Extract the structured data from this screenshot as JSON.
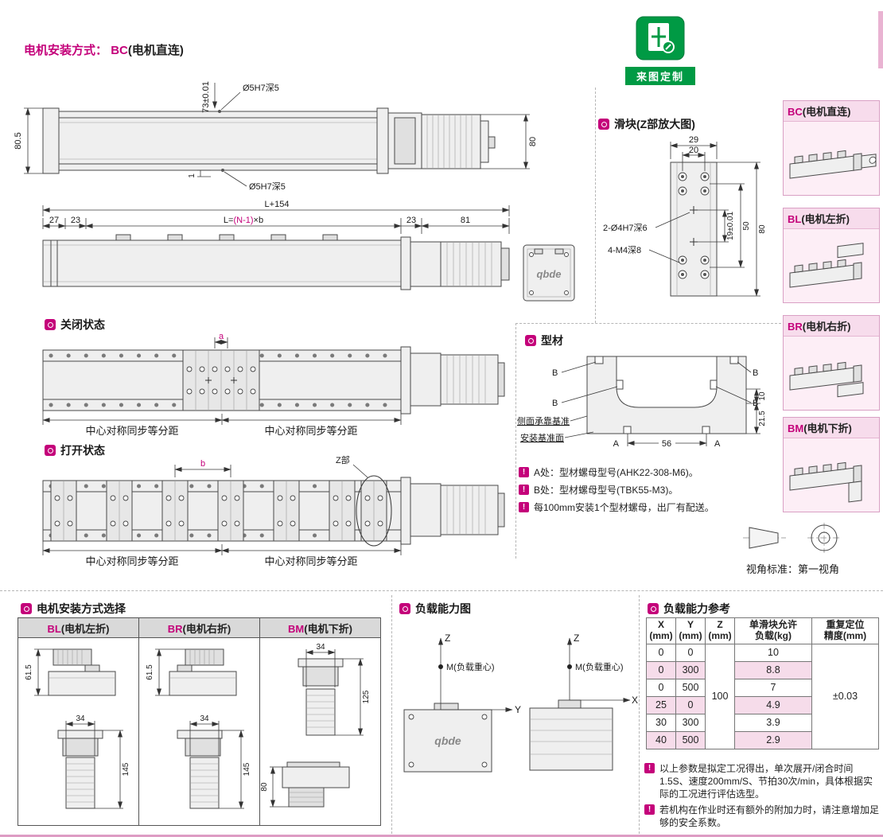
{
  "colors": {
    "accent": "#c4007a",
    "green": "#009a44",
    "pink_light": "#f9e4ef",
    "table_pink": "#f6dcea"
  },
  "header": {
    "label": "电机安装方式：",
    "code": "BC",
    "desc": "(电机直连)"
  },
  "badge": {
    "label": "来图定制"
  },
  "side_view": {
    "dim_height_left": "80.5",
    "dim_hole_pos": "73±0.01",
    "callout_hole_top": "Ø5H7深5",
    "callout_hole_bottom": "Ø5H7深5",
    "dim_offset": "1",
    "dim_height_right": "80"
  },
  "top_view": {
    "dim_total": "L+154",
    "dim_left_end": "27",
    "dim_pitch_left": "23",
    "formula_pre": "L=",
    "formula_var": "(N-1)",
    "formula_post": "×b",
    "dim_pitch_right": "23",
    "dim_right_end": "81",
    "logo": "qbde"
  },
  "closed_state": {
    "title": "关闭状态",
    "dim_a": "a",
    "spacing_label": "中心对称同步等分距"
  },
  "open_state": {
    "title": "打开状态",
    "dim_b": "b",
    "z_label": "Z部",
    "spacing_label": "中心对称同步等分距"
  },
  "slider": {
    "title": "滑块(Z部放大图)",
    "dim_width_outer": "29",
    "dim_width_inner": "20",
    "callout_top": "2-Ø4H7深6",
    "callout_bottom": "4-M4深8",
    "dim_pin": "19±0.01",
    "dim_span": "50",
    "dim_height": "80"
  },
  "motor_panels": [
    {
      "code": "BC",
      "desc": "(电机直连)"
    },
    {
      "code": "BL",
      "desc": "(电机左折)"
    },
    {
      "code": "BR",
      "desc": "(电机右折)"
    },
    {
      "code": "BM",
      "desc": "(电机下折)"
    }
  ],
  "profile": {
    "title": "型材",
    "label_b": "B",
    "label_a": "A",
    "dim_10": "10",
    "dim_21_5": "21.5",
    "dim_56": "56",
    "ref_side": "侧面承靠基准",
    "ref_mount": "安装基准面",
    "notes": [
      "A处：型材螺母型号(AHK22-308-M6)。",
      "B处：型材螺母型号(TBK55-M3)。",
      "每100mm安装1个型材螺母，出厂有配送。"
    ]
  },
  "view_standard": {
    "label": "视角标准：第一视角"
  },
  "motor_select": {
    "title": "电机安装方式选择",
    "columns": [
      {
        "code": "BL",
        "desc": "(电机左折)",
        "dim_top_height": "61.5",
        "dim_width": "34",
        "dim_height": "145"
      },
      {
        "code": "BR",
        "desc": "(电机右折)",
        "dim_top_height": "61.5",
        "dim_width": "34",
        "dim_height": "145"
      },
      {
        "code": "BM",
        "desc": "(电机下折)",
        "dim_width": "34",
        "dim_height": "125",
        "dim_bottom_height": "80"
      }
    ]
  },
  "load_diagram": {
    "title": "负载能力图",
    "axis_z": "Z",
    "axis_y": "Y",
    "axis_x": "X",
    "mass_label": "M(负载重心)",
    "logo": "qbde"
  },
  "load_table": {
    "title": "负载能力参考",
    "headers": [
      {
        "l1": "X",
        "l2": "(mm)"
      },
      {
        "l1": "Y",
        "l2": "(mm)"
      },
      {
        "l1": "Z",
        "l2": "(mm)"
      },
      {
        "l1": "单滑块允许",
        "l2": "负载(kg)"
      },
      {
        "l1": "重复定位",
        "l2": "精度(mm)"
      }
    ],
    "z_value": "100",
    "precision": "±0.03",
    "rows": [
      {
        "x": "0",
        "y": "0",
        "load": "10"
      },
      {
        "x": "0",
        "y": "300",
        "load": "8.8"
      },
      {
        "x": "0",
        "y": "500",
        "load": "7"
      },
      {
        "x": "25",
        "y": "0",
        "load": "4.9"
      },
      {
        "x": "30",
        "y": "300",
        "load": "3.9"
      },
      {
        "x": "40",
        "y": "500",
        "load": "2.9"
      }
    ],
    "notes": [
      "以上参数是拟定工况得出，单次展开/闭合时间1.5S、速度200mm/S、节拍30次/min，具体根据实际的工况进行评估选型。",
      "若机构在作业时还有额外的附加力时，请注意增加足够的安全系数。"
    ]
  }
}
